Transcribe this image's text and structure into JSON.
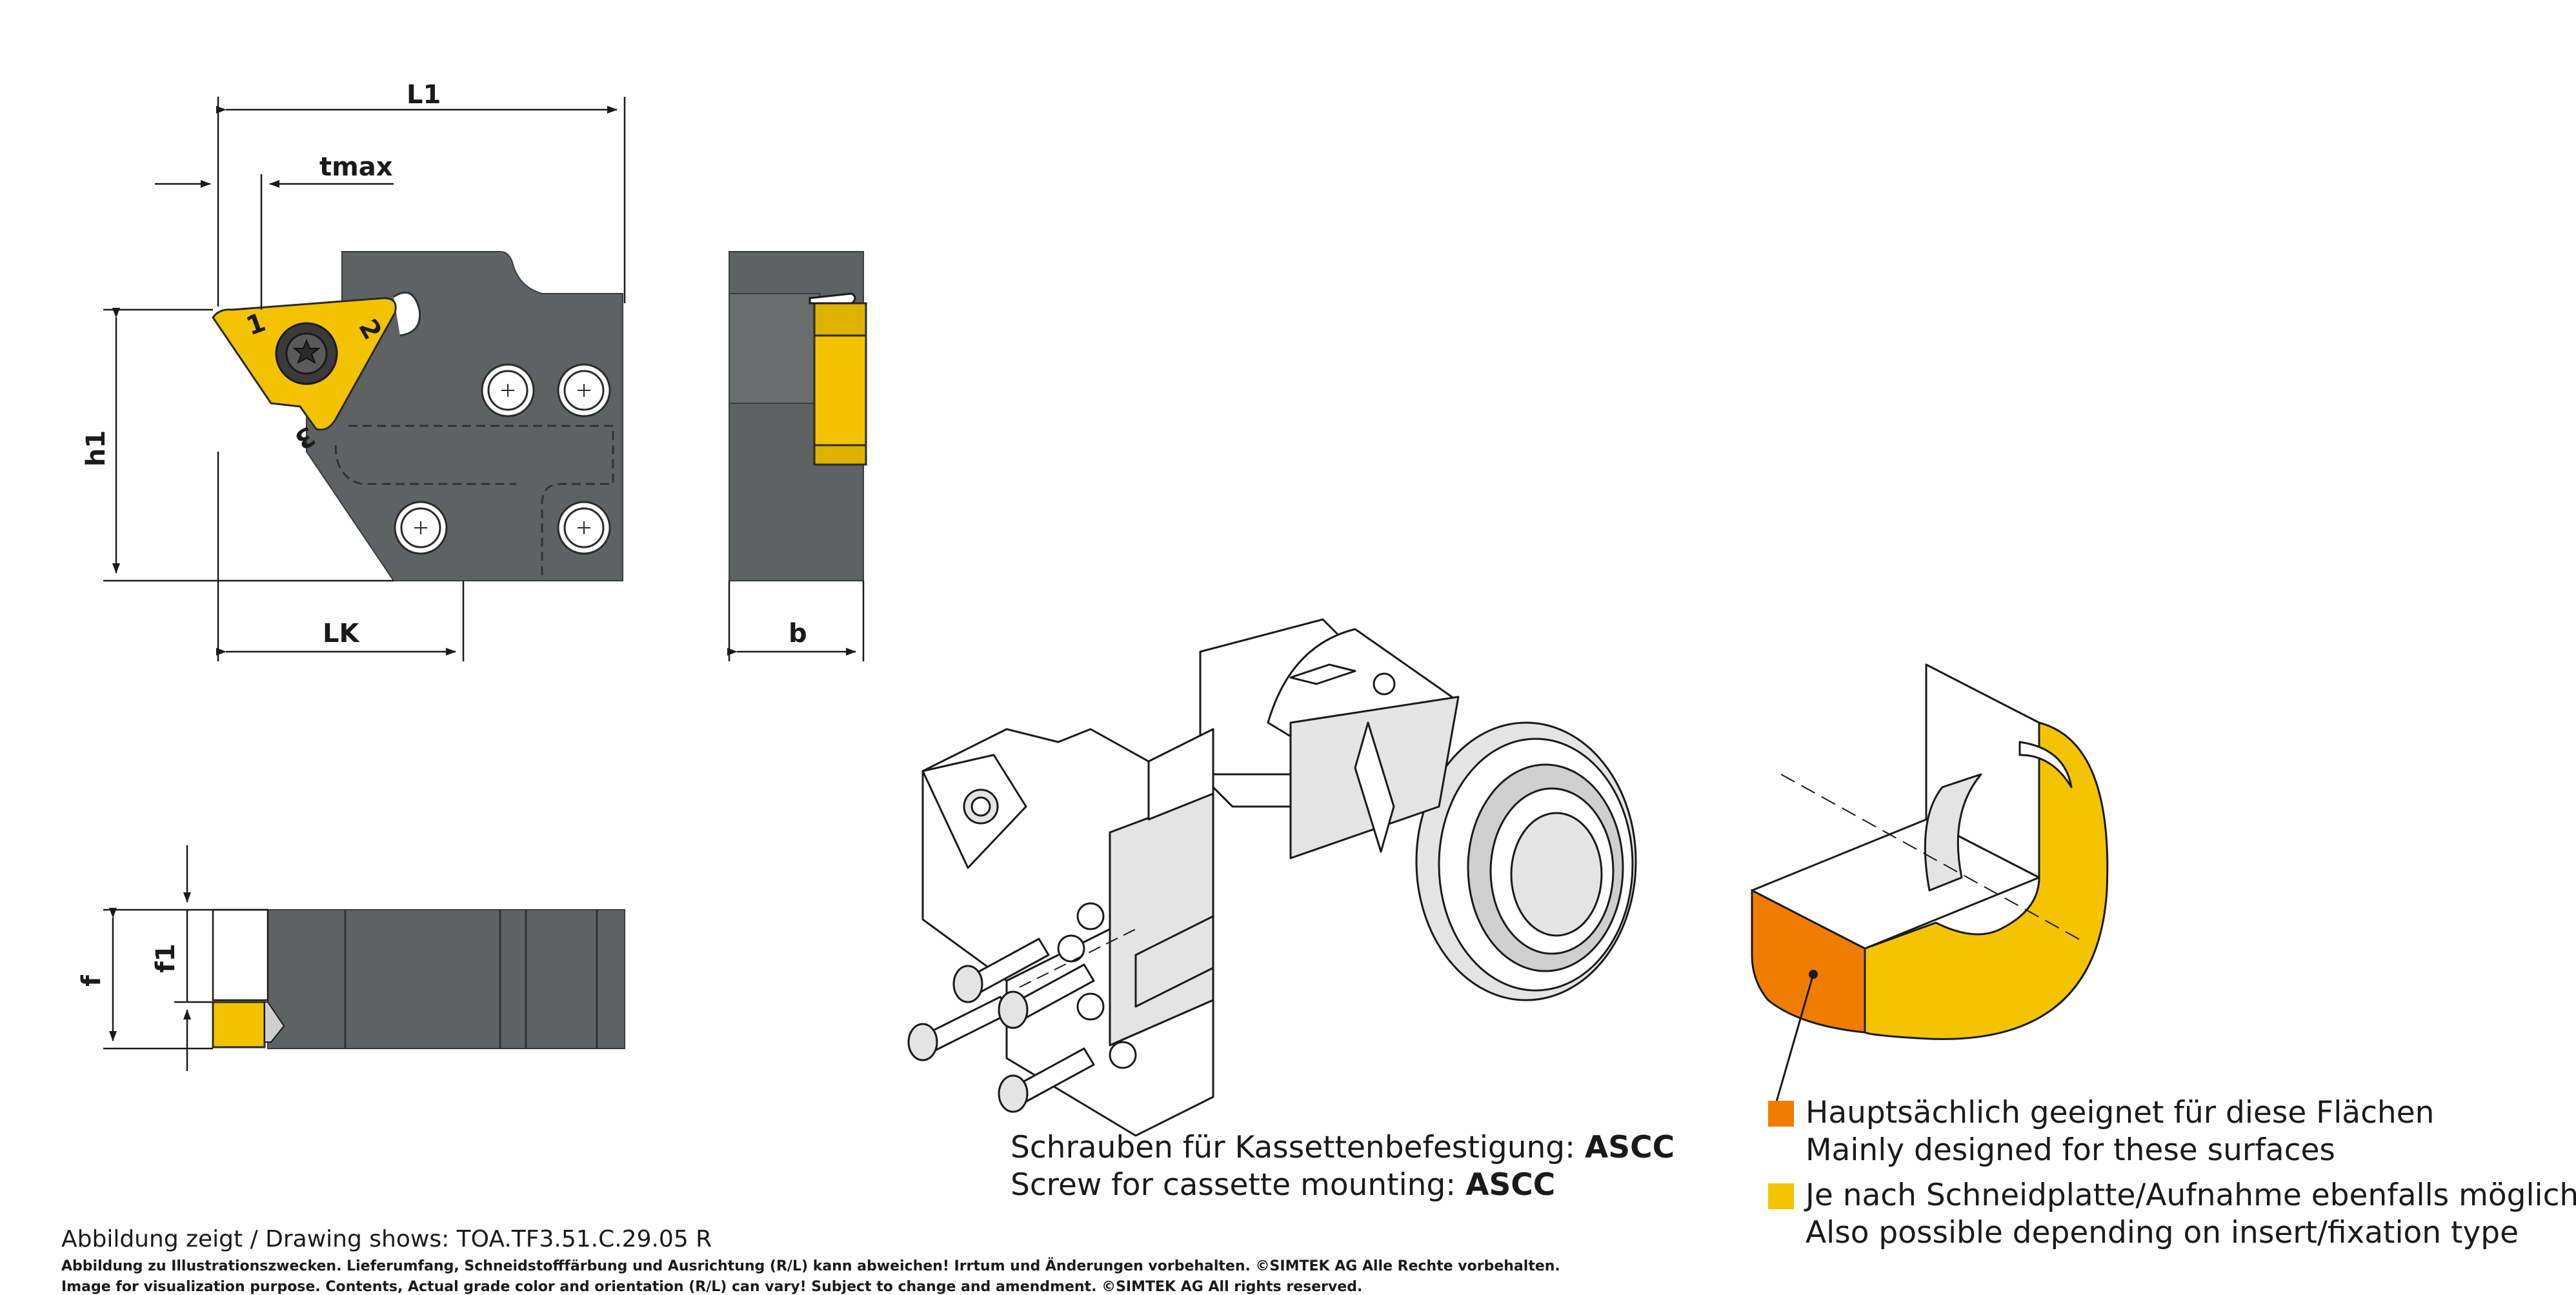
{
  "dimensions": {
    "L1": "L1",
    "tmax": "tmax",
    "h1": "h1",
    "LK": "LK",
    "b": "b",
    "f": "f",
    "f1": "f1"
  },
  "insert_marks": {
    "edge1": "1",
    "edge2": "2",
    "edge3": "3"
  },
  "screw_caption": {
    "de_text": "Schrauben für Kassettenbefestigung: ",
    "de_code": "ASCC",
    "en_text": "Screw for cassette mounting: ",
    "en_code": "ASCC"
  },
  "legend": [
    {
      "color": "#f07d00",
      "de": "Hauptsächlich geeignet für diese Flächen",
      "en": "Mainly designed for these surfaces"
    },
    {
      "color": "#f5c400",
      "de": "Je nach Schneidplatte/Aufnahme ebenfalls möglich",
      "en": "Also possible depending on insert/fixation type"
    }
  ],
  "footer": {
    "drawing_shows": "Abbildung zeigt / Drawing shows: TOA.TF3.51.C.29.05 R",
    "disclaimer_de": "Abbildung zu Illustrationszwecken. Lieferumfang, Schneidstofffärbung und Ausrichtung (R/L) kann abweichen! Irrtum und Änderungen vorbehalten. ©SIMTEK AG Alle Rechte vorbehalten.",
    "disclaimer_en": "Image for visualization purpose. Contents, Actual grade color and orientation (R/L) can vary! Subject to change and amendment. ©SIMTEK AG All rights reserved."
  },
  "colors": {
    "steel": "#5f6263",
    "insert_yellow": "#f3c300",
    "orange": "#f07d00",
    "yellow": "#f5c400"
  }
}
